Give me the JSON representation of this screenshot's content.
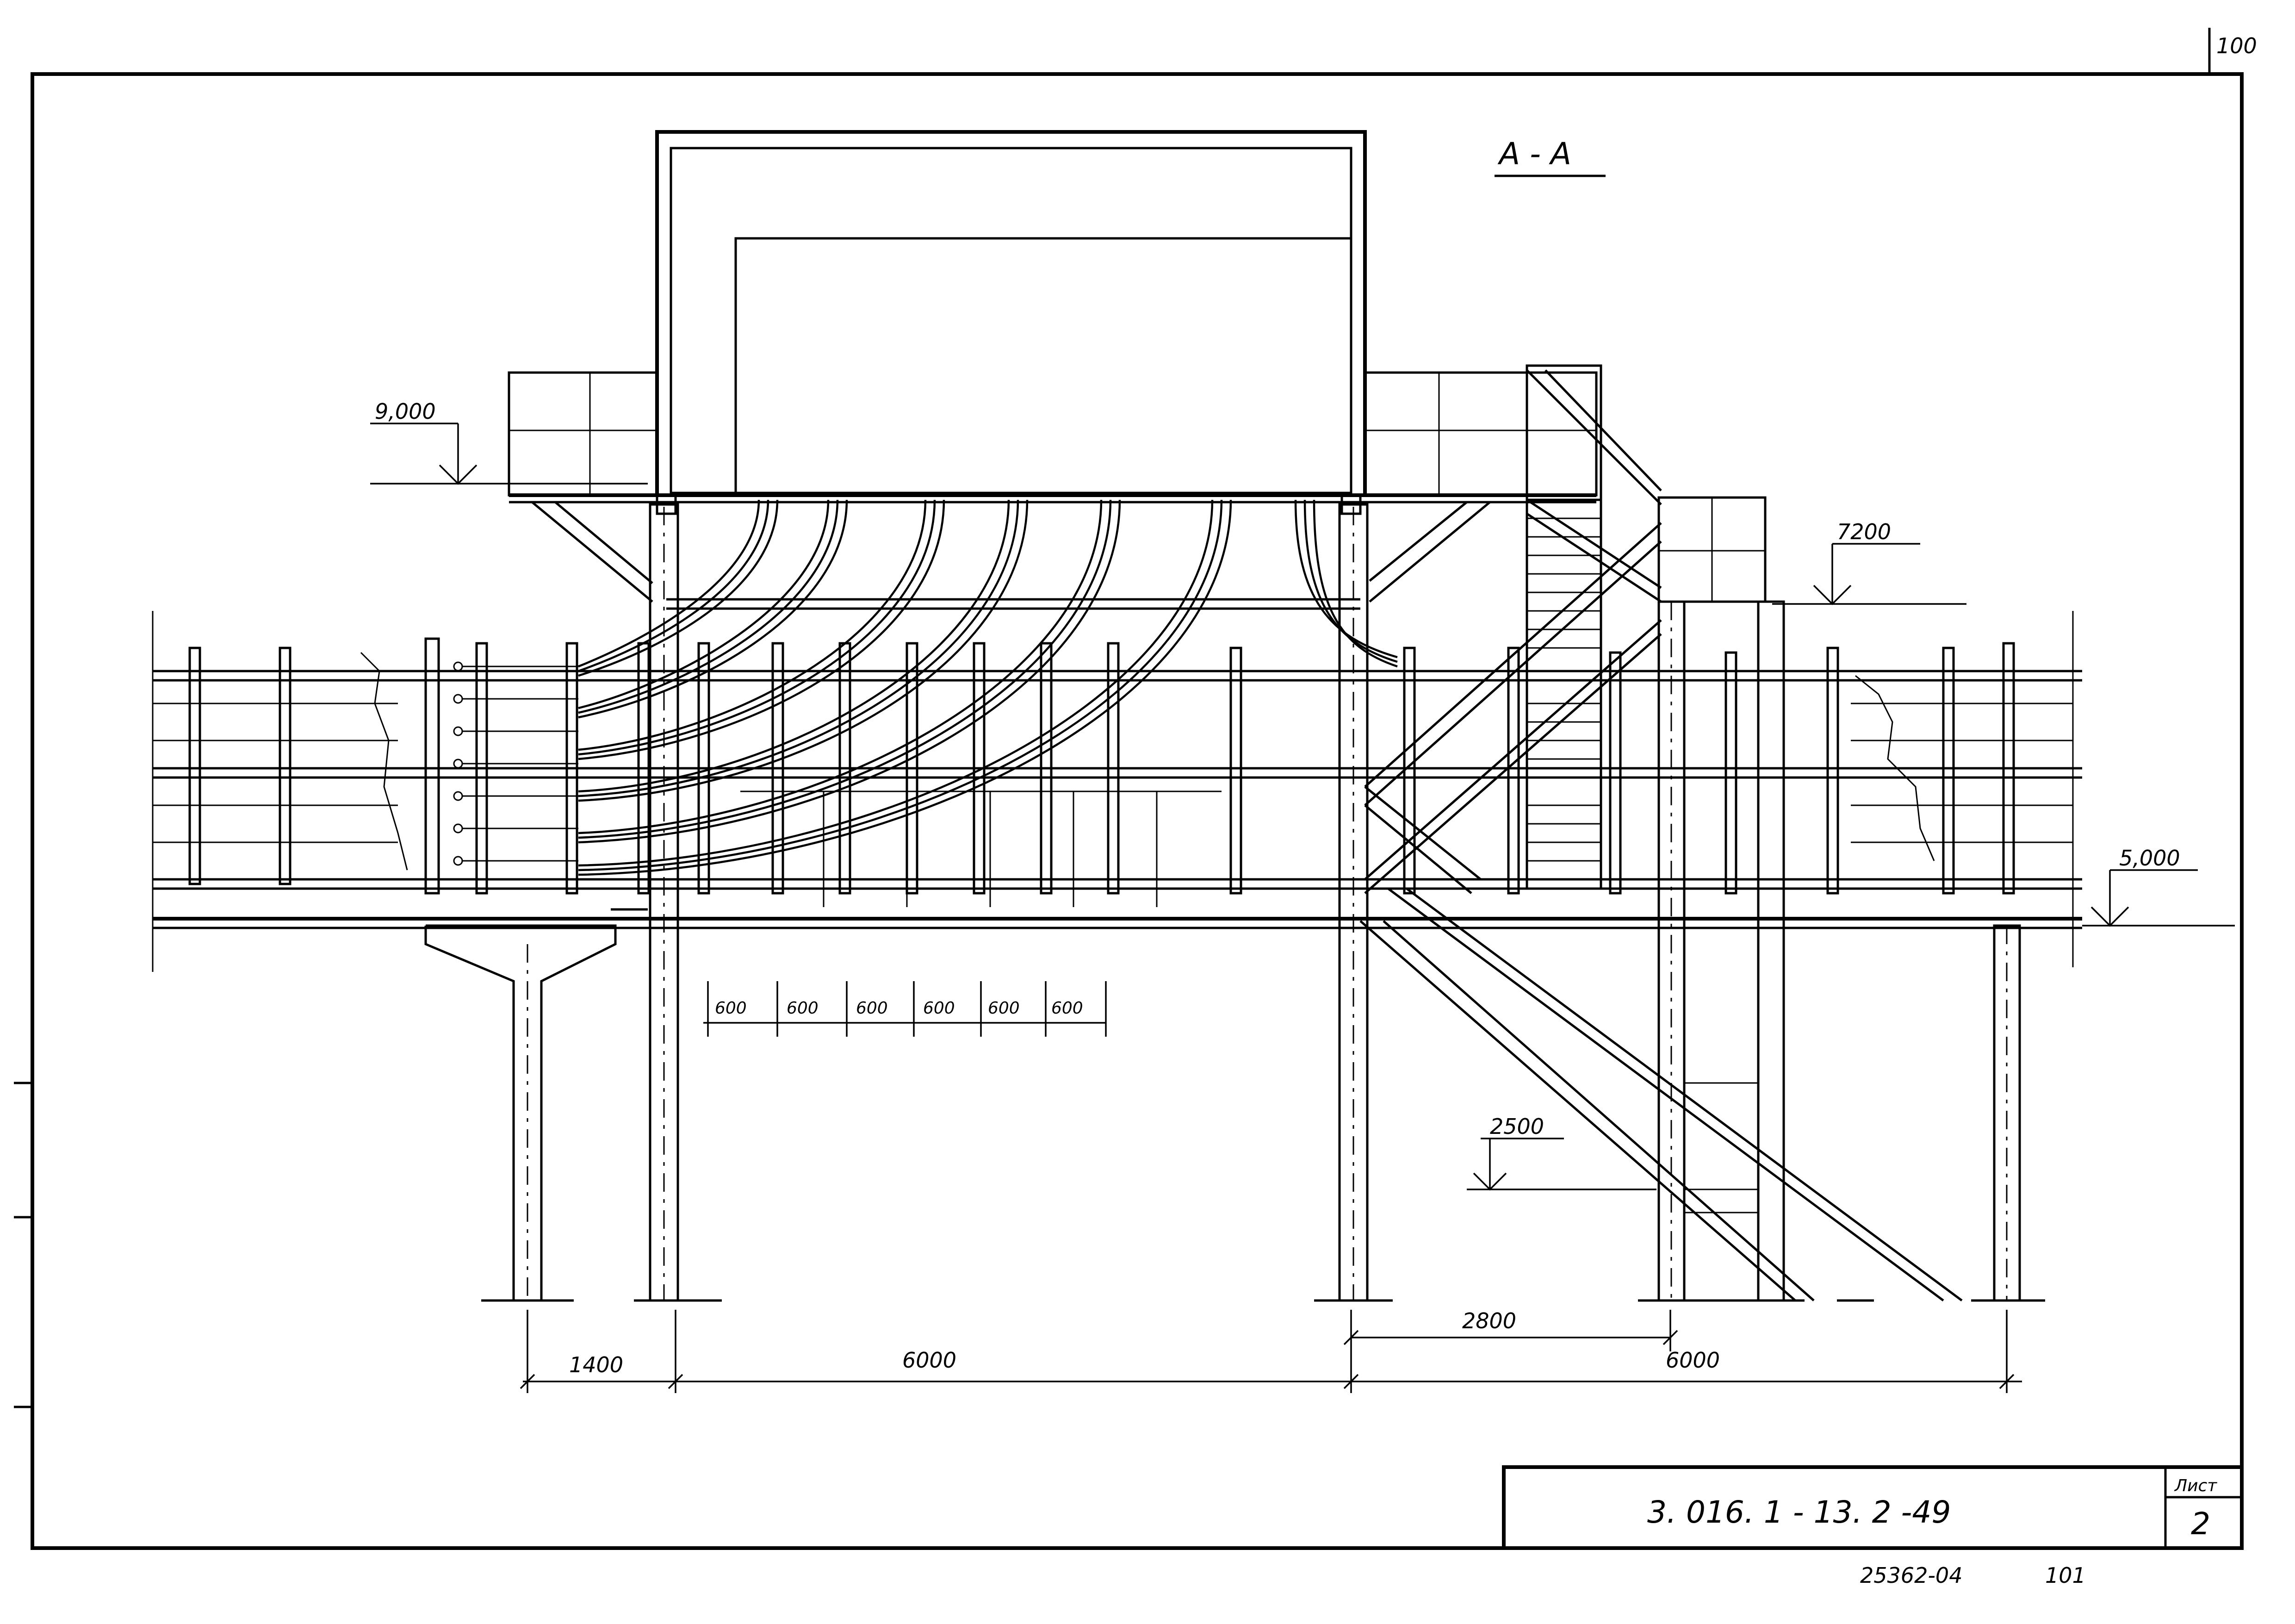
{
  "sheet": {
    "corner_number": "100",
    "section_title": "А - А",
    "drawing_code": "3. 016. 1 - 13. 2 -49",
    "sheet_label": "Лист",
    "sheet_number": "2",
    "inventory_number": "25362-04",
    "page_number": "101"
  },
  "elevations": {
    "top": "9,000",
    "right_upper": "7200",
    "right_lower": "5,000",
    "stair_landing": "2500"
  },
  "dimensions": {
    "tray_spacing": [
      "600",
      "600",
      "600",
      "600",
      "600",
      "600"
    ],
    "stair_offset": "2800",
    "bottom": [
      "1400",
      "6000",
      "6000"
    ]
  }
}
